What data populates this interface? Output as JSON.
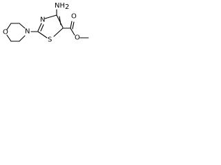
{
  "molecule": {
    "atoms": {
      "amino": {
        "main": "NH",
        "subscript": "2"
      },
      "thiazole_nitrogen": "N",
      "thiazole_sulfur": "S",
      "morpholine_nitrogen": "N",
      "morpholine_oxygen": "O",
      "carbonyl_oxygen": "O",
      "ester_oxygen": "O"
    }
  }
}
